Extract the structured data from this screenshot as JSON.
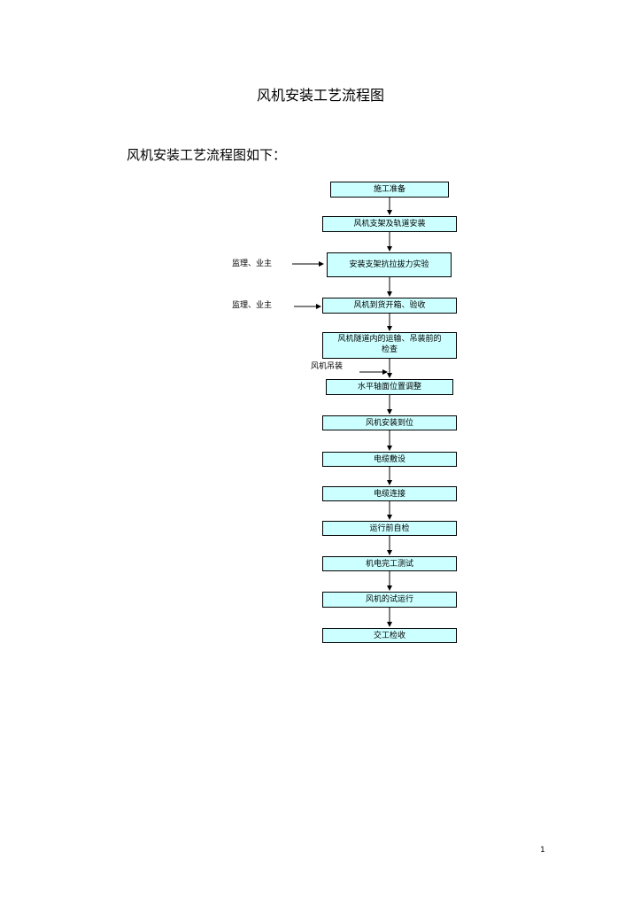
{
  "document": {
    "title": "风机安装工艺流程图",
    "intro": "风机安装工艺流程图如下：",
    "page_number": "1"
  },
  "flowchart": {
    "steps": [
      "施工准备",
      "风机支架及轨道安装",
      "安装支架抗拉拔力实验",
      "风机到货开箱、验收",
      "风机隧道内的运输、吊装前的检查",
      "水平轴面位置调整",
      "风机安装到位",
      "电缆敷设",
      "电缆连接",
      "运行前自检",
      "机电完工测试",
      "风机的试运行",
      "交工检收"
    ],
    "side_notes": [
      "监理、业主",
      "监理、业主",
      "风机吊装"
    ]
  },
  "colors": {
    "box_fill": "#ccffff",
    "border": "#000000"
  }
}
